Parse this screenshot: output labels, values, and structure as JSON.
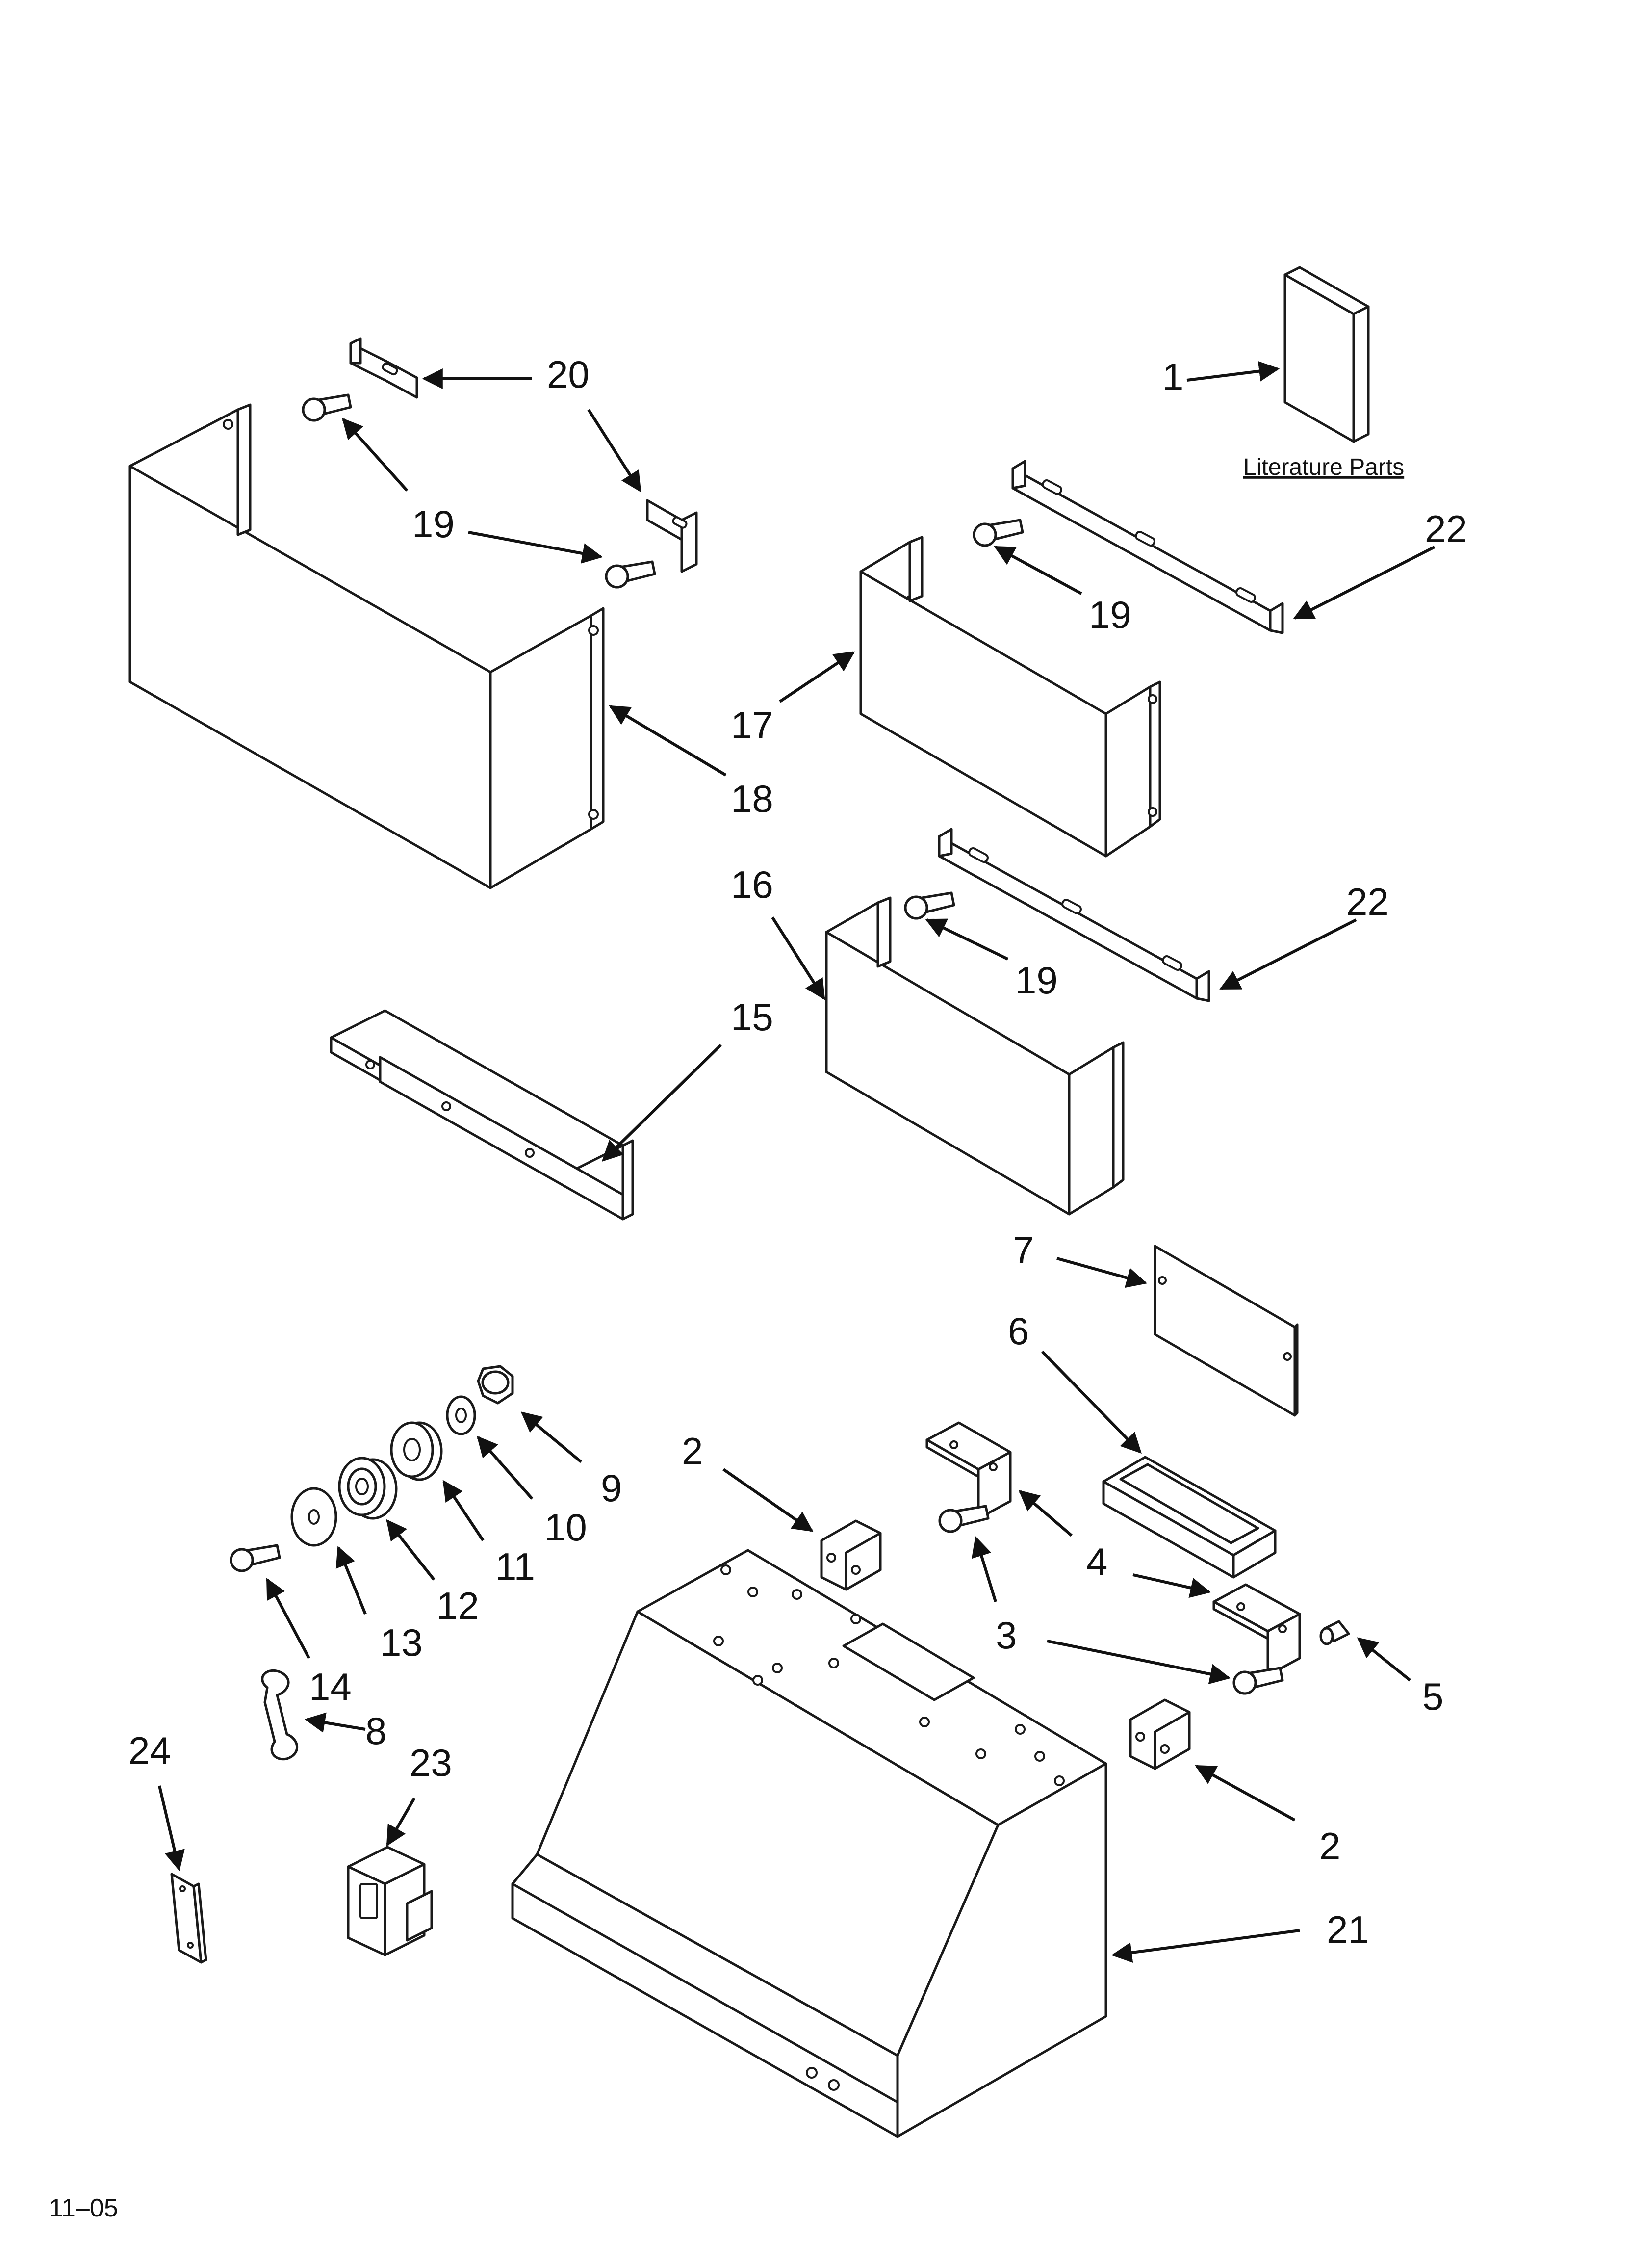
{
  "callouts": {
    "c1": "1",
    "c2a": "2",
    "c2b": "2",
    "c3": "3",
    "c4": "4",
    "c5": "5",
    "c6": "6",
    "c7": "7",
    "c8": "8",
    "c9": "9",
    "c10": "10",
    "c11": "11",
    "c12": "12",
    "c13": "13",
    "c14": "14",
    "c15": "15",
    "c16": "16",
    "c17": "17",
    "c18": "18",
    "c19a": "19",
    "c19b": "19",
    "c19c": "19",
    "c19d": "19",
    "c20": "20",
    "c21": "21",
    "c22a": "22",
    "c22b": "22",
    "c23": "23",
    "c24": "24"
  },
  "literature_label": "Literature Parts",
  "footer_code": "11–05"
}
